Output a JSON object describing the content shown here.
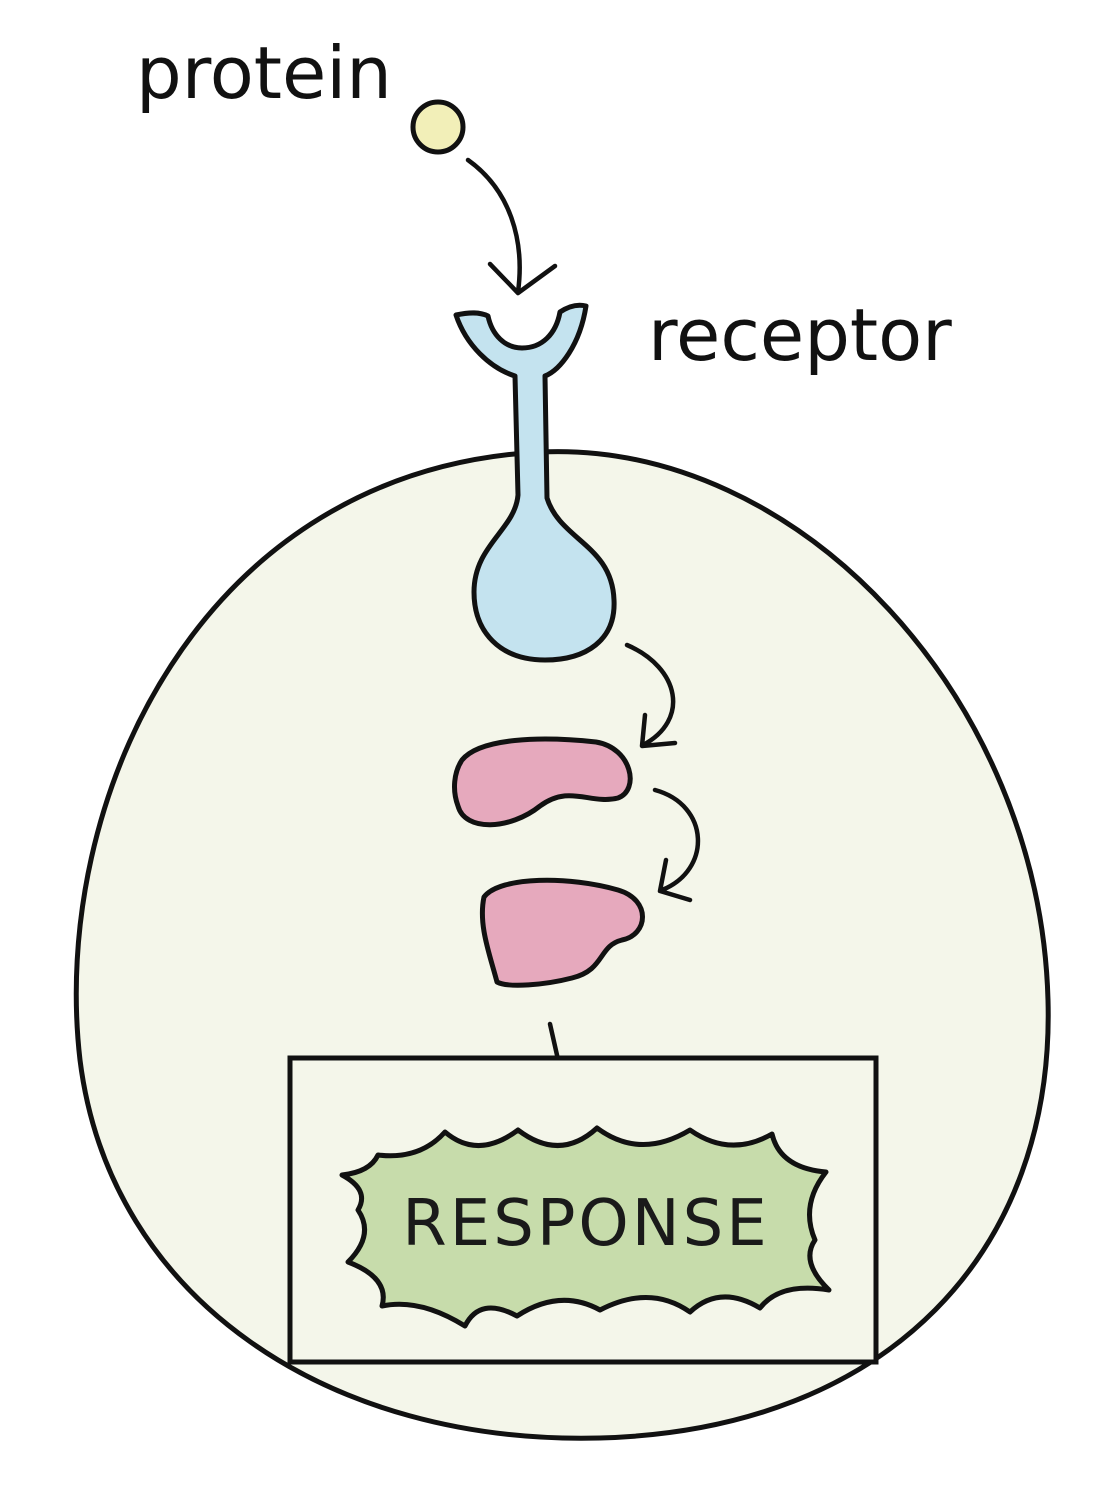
{
  "labels": {
    "protein": "protein",
    "receptor": "receptor",
    "response": "RESPONSE"
  },
  "colors": {
    "cell_fill": "#f4f6ea",
    "outline": "#111111",
    "protein_fill": "#f2efb8",
    "receptor_fill": "#c4e3ef",
    "relay_protein_fill": "#e6a9bd",
    "response_fill": "#c7dcab"
  },
  "icons": {
    "protein": "yellow-circle",
    "receptor": "y-shaped-receptor",
    "relay_protein": "pink-blob",
    "response": "jagged-burst"
  }
}
